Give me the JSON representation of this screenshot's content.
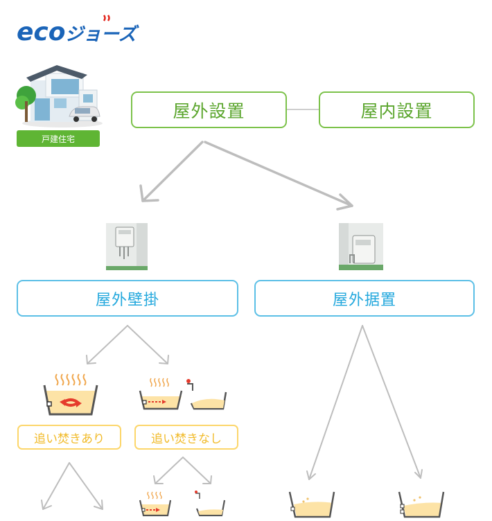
{
  "logo": {
    "text": "eco ジョーズ",
    "primary_color": "#1a64b8",
    "accent_color": "#e2231a"
  },
  "house": {
    "caption": "戸建住宅"
  },
  "level1": {
    "outdoor": "屋外設置",
    "indoor": "屋内設置"
  },
  "level2": {
    "wall": "屋外壁掛",
    "floor": "屋外据置"
  },
  "level3": {
    "reheat_yes": "追い焚きあり",
    "reheat_no": "追い焚きなし"
  },
  "colors": {
    "green": "#7cc24a",
    "blue": "#5bbfe6",
    "yellow": "#fcd66a",
    "arrow": "#bdbdbd",
    "water": "#fde3a6",
    "heat": "#f0a64c",
    "red": "#e53b2c"
  }
}
